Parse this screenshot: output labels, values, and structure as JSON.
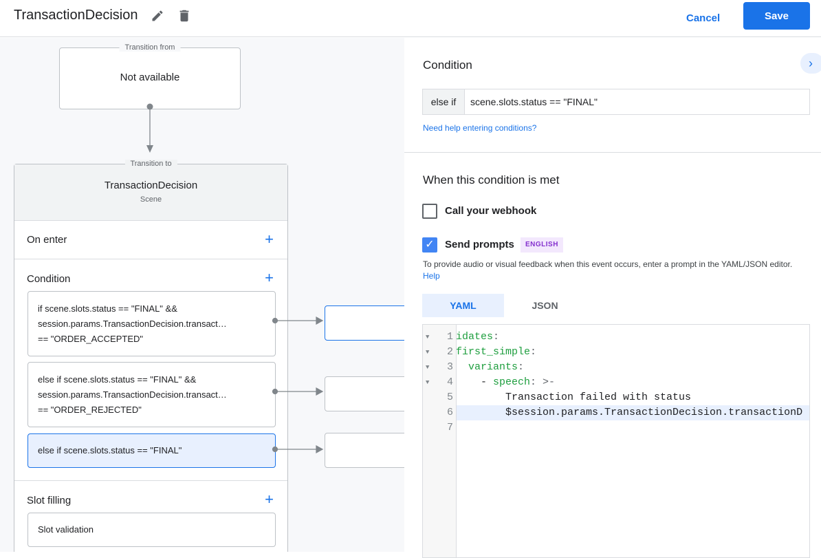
{
  "header": {
    "title": "TransactionDecision",
    "edit_icon": "pencil-icon",
    "delete_icon": "trash-icon",
    "cancel_label": "Cancel",
    "save_label": "Save"
  },
  "canvas": {
    "transition_from": {
      "legend": "Transition from",
      "value": "Not available"
    },
    "transition_to": {
      "legend": "Transition to",
      "scene_name": "TransactionDecision",
      "scene_type": "Scene"
    },
    "on_enter": "On enter",
    "condition_label": "Condition",
    "conditions": [
      {
        "line1": "if scene.slots.status == \"FINAL\" &&",
        "line2": "session.params.TransactionDecision.transact…",
        "line3": "== \"ORDER_ACCEPTED\""
      },
      {
        "line1": "else if scene.slots.status == \"FINAL\" &&",
        "line2": "session.params.TransactionDecision.transact…",
        "line3": "== \"ORDER_REJECTED\""
      },
      {
        "line1": "else if scene.slots.status == \"FINAL\""
      }
    ],
    "slot_filling": "Slot filling",
    "slot_validation": "Slot validation"
  },
  "panel": {
    "condition_heading": "Condition",
    "condition_prefix": "else if",
    "condition_value": "scene.slots.status == \"FINAL\"",
    "help_link": "Need help entering conditions?",
    "met_heading": "When this condition is met",
    "webhook": {
      "label": "Call your webhook",
      "checked": false
    },
    "prompts": {
      "label": "Send prompts",
      "checked": true,
      "badge": "ENGLISH"
    },
    "description": "To provide audio or visual feedback when this event occurs, enter a prompt in the YAML/JSON editor.",
    "description_link": "Help",
    "tabs": [
      {
        "label": "YAML",
        "active": true
      },
      {
        "label": "JSON",
        "active": false
      }
    ],
    "code_lines": [
      {
        "n": "1",
        "text": "idates:",
        "fold": true
      },
      {
        "n": "2",
        "text": "first_simple:",
        "fold": true
      },
      {
        "n": "3",
        "text": "  variants:",
        "fold": true
      },
      {
        "n": "4",
        "text": "    - speech: >-",
        "fold": true
      },
      {
        "n": "5",
        "text": "        Transaction failed with status",
        "fold": false
      },
      {
        "n": "6",
        "text": "        $session.params.TransactionDecision.transactionD",
        "fold": false
      },
      {
        "n": "7",
        "text": "",
        "fold": false
      }
    ]
  },
  "colors": {
    "accent": "#1a73e8",
    "selected_bg": "#e8f0fe",
    "badge_bg": "#f3e8fd",
    "badge_text": "#8430ce",
    "yaml_key": "#1e9e3e"
  }
}
